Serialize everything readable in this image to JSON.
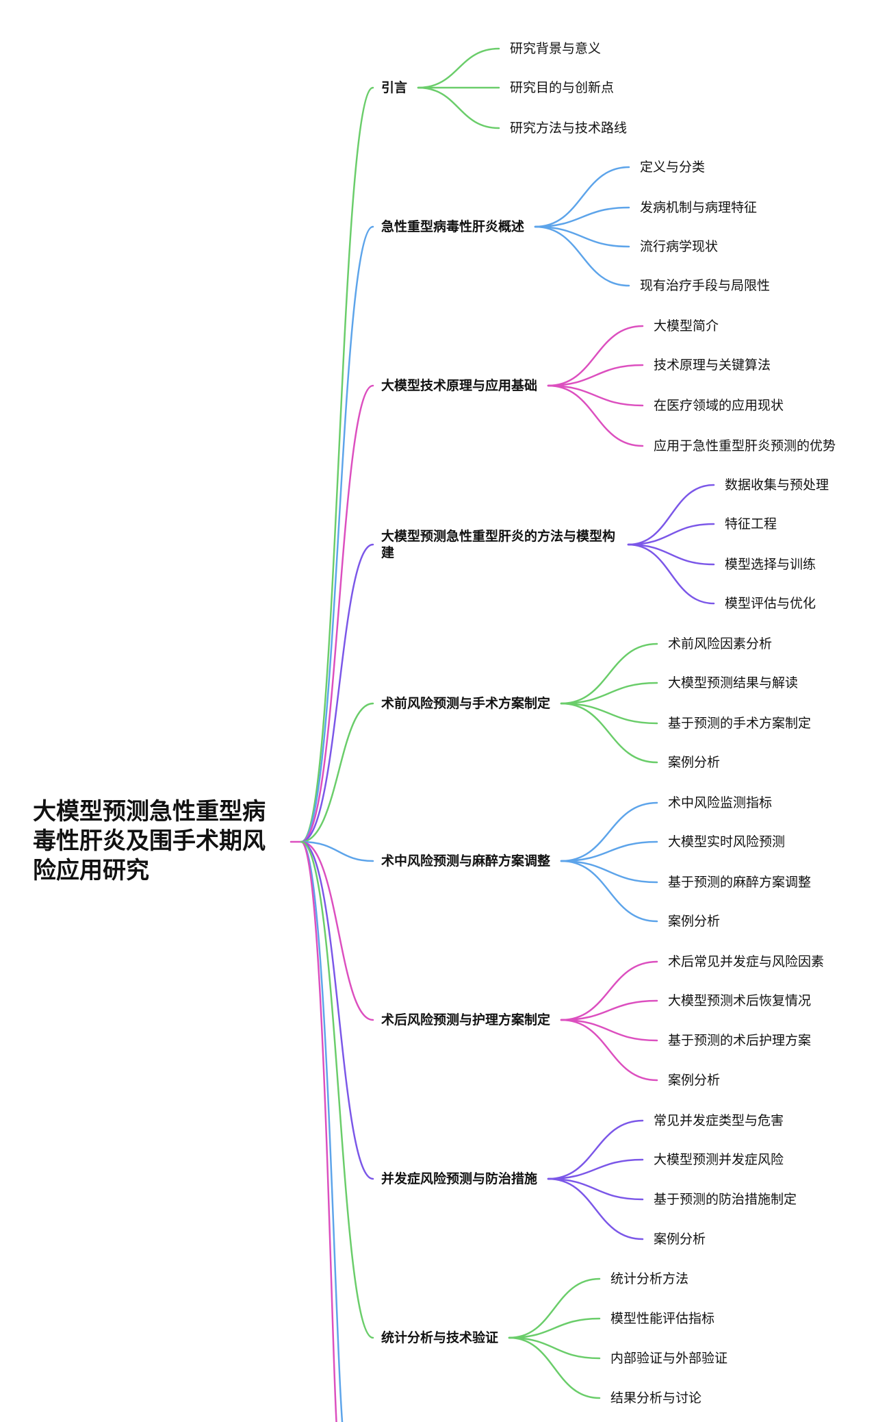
{
  "title": "大模型预测急性重型病毒性肝炎及围手术期风险应用研究",
  "colors": {
    "green": "#6acd6a",
    "blue": "#5da4ea",
    "pink": "#dc4fbf",
    "purple": "#7b57e8"
  },
  "branches": [
    {
      "label": "引言",
      "color": "green",
      "children": [
        "研究背景与意义",
        "研究目的与创新点",
        "研究方法与技术路线"
      ]
    },
    {
      "label": "急性重型病毒性肝炎概述",
      "color": "blue",
      "children": [
        "定义与分类",
        "发病机制与病理特征",
        "流行病学现状",
        "现有治疗手段与局限性"
      ]
    },
    {
      "label": "大模型技术原理与应用基础",
      "color": "pink",
      "children": [
        "大模型简介",
        "技术原理与关键算法",
        "在医疗领域的应用现状",
        "应用于急性重型肝炎预测的优势"
      ]
    },
    {
      "label": "大模型预测急性重型肝炎的方法与模型构建",
      "color": "purple",
      "children": [
        "数据收集与预处理",
        "特征工程",
        "模型选择与训练",
        "模型评估与优化"
      ]
    },
    {
      "label": "术前风险预测与手术方案制定",
      "color": "green",
      "children": [
        "术前风险因素分析",
        "大模型预测结果与解读",
        "基于预测的手术方案制定",
        "案例分析"
      ]
    },
    {
      "label": "术中风险预测与麻醉方案调整",
      "color": "blue",
      "children": [
        "术中风险监测指标",
        "大模型实时风险预测",
        "基于预测的麻醉方案调整",
        "案例分析"
      ]
    },
    {
      "label": "术后风险预测与护理方案制定",
      "color": "pink",
      "children": [
        "术后常见并发症与风险因素",
        "大模型预测术后恢复情况",
        "基于预测的术后护理方案",
        "案例分析"
      ]
    },
    {
      "label": "并发症风险预测与防治措施",
      "color": "purple",
      "children": [
        "常见并发症类型与危害",
        "大模型预测并发症风险",
        "基于预测的防治措施制定",
        "案例分析"
      ]
    },
    {
      "label": "统计分析与技术验证",
      "color": "green",
      "children": [
        "统计分析方法",
        "模型性能评估指标",
        "内部验证与外部验证",
        "结果分析与讨论"
      ]
    }
  ]
}
